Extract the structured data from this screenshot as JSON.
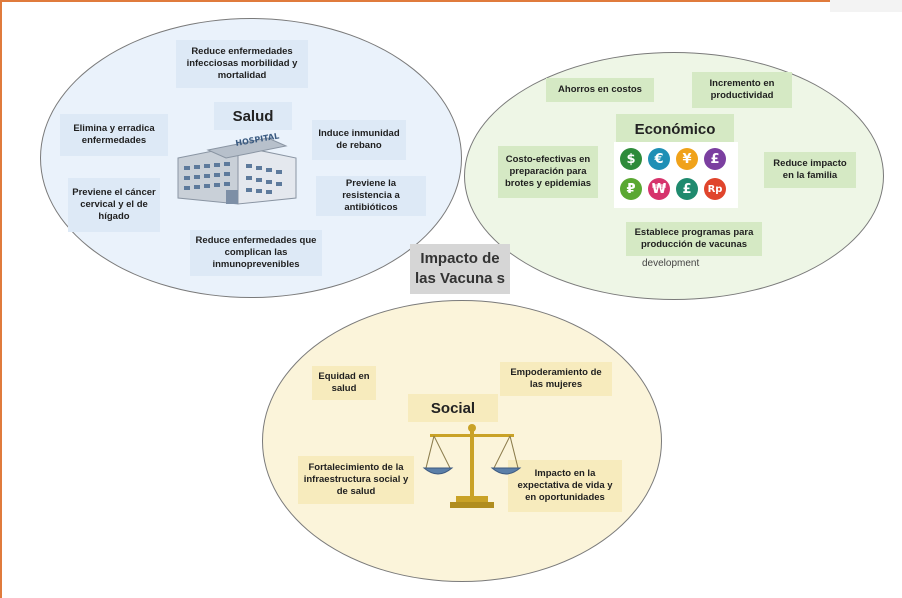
{
  "center": {
    "line1": "Impacto de",
    "line2": "las Vacuna s"
  },
  "salud": {
    "title": "Salud",
    "items": [
      "Reduce enfermedades infecciosas morbilidad y mortalidad",
      "Elimina y erradica enfermedades",
      "Induce inmunidad de rebano",
      "Previene el cáncer cervical y el de hígado",
      "Previene la resistencia a antibióticos",
      "Reduce enfermedades que complican las inmunoprevenibles"
    ],
    "hospital_sign": "HOSPITAL"
  },
  "economico": {
    "title": "Económico",
    "items": [
      "Ahorros en costos",
      "Incremento en productividad",
      "Costo-efectivas en preparación para brotes y epidemias",
      "Reduce impacto en la familia",
      "Establece programas para producción de vacunas"
    ],
    "footer": "development",
    "coins": [
      {
        "symbol": "$",
        "color": "#2e8b3a"
      },
      {
        "symbol": "€",
        "color": "#1f8fb5"
      },
      {
        "symbol": "¥",
        "color": "#f0a21a"
      },
      {
        "symbol": "£",
        "color": "#7b3fa0"
      },
      {
        "symbol": "₽",
        "color": "#5aa832"
      },
      {
        "symbol": "₩",
        "color": "#d6336c"
      },
      {
        "symbol": "£",
        "color": "#1f8a6e"
      },
      {
        "symbol": "Rp",
        "color": "#e0452c"
      }
    ]
  },
  "social": {
    "title": "Social",
    "items": [
      "Equidad en salud",
      "Empoderamiento de las mujeres",
      "Fortalecimiento de la infraestructura social y de salud",
      "Impacto en la expectativa de vida y en oportunidades"
    ]
  },
  "colors": {
    "frame": "#e07b3c",
    "salud_fill": "#eaf2fb",
    "economico_fill": "#eef6e6",
    "social_fill": "#fbf4da"
  }
}
